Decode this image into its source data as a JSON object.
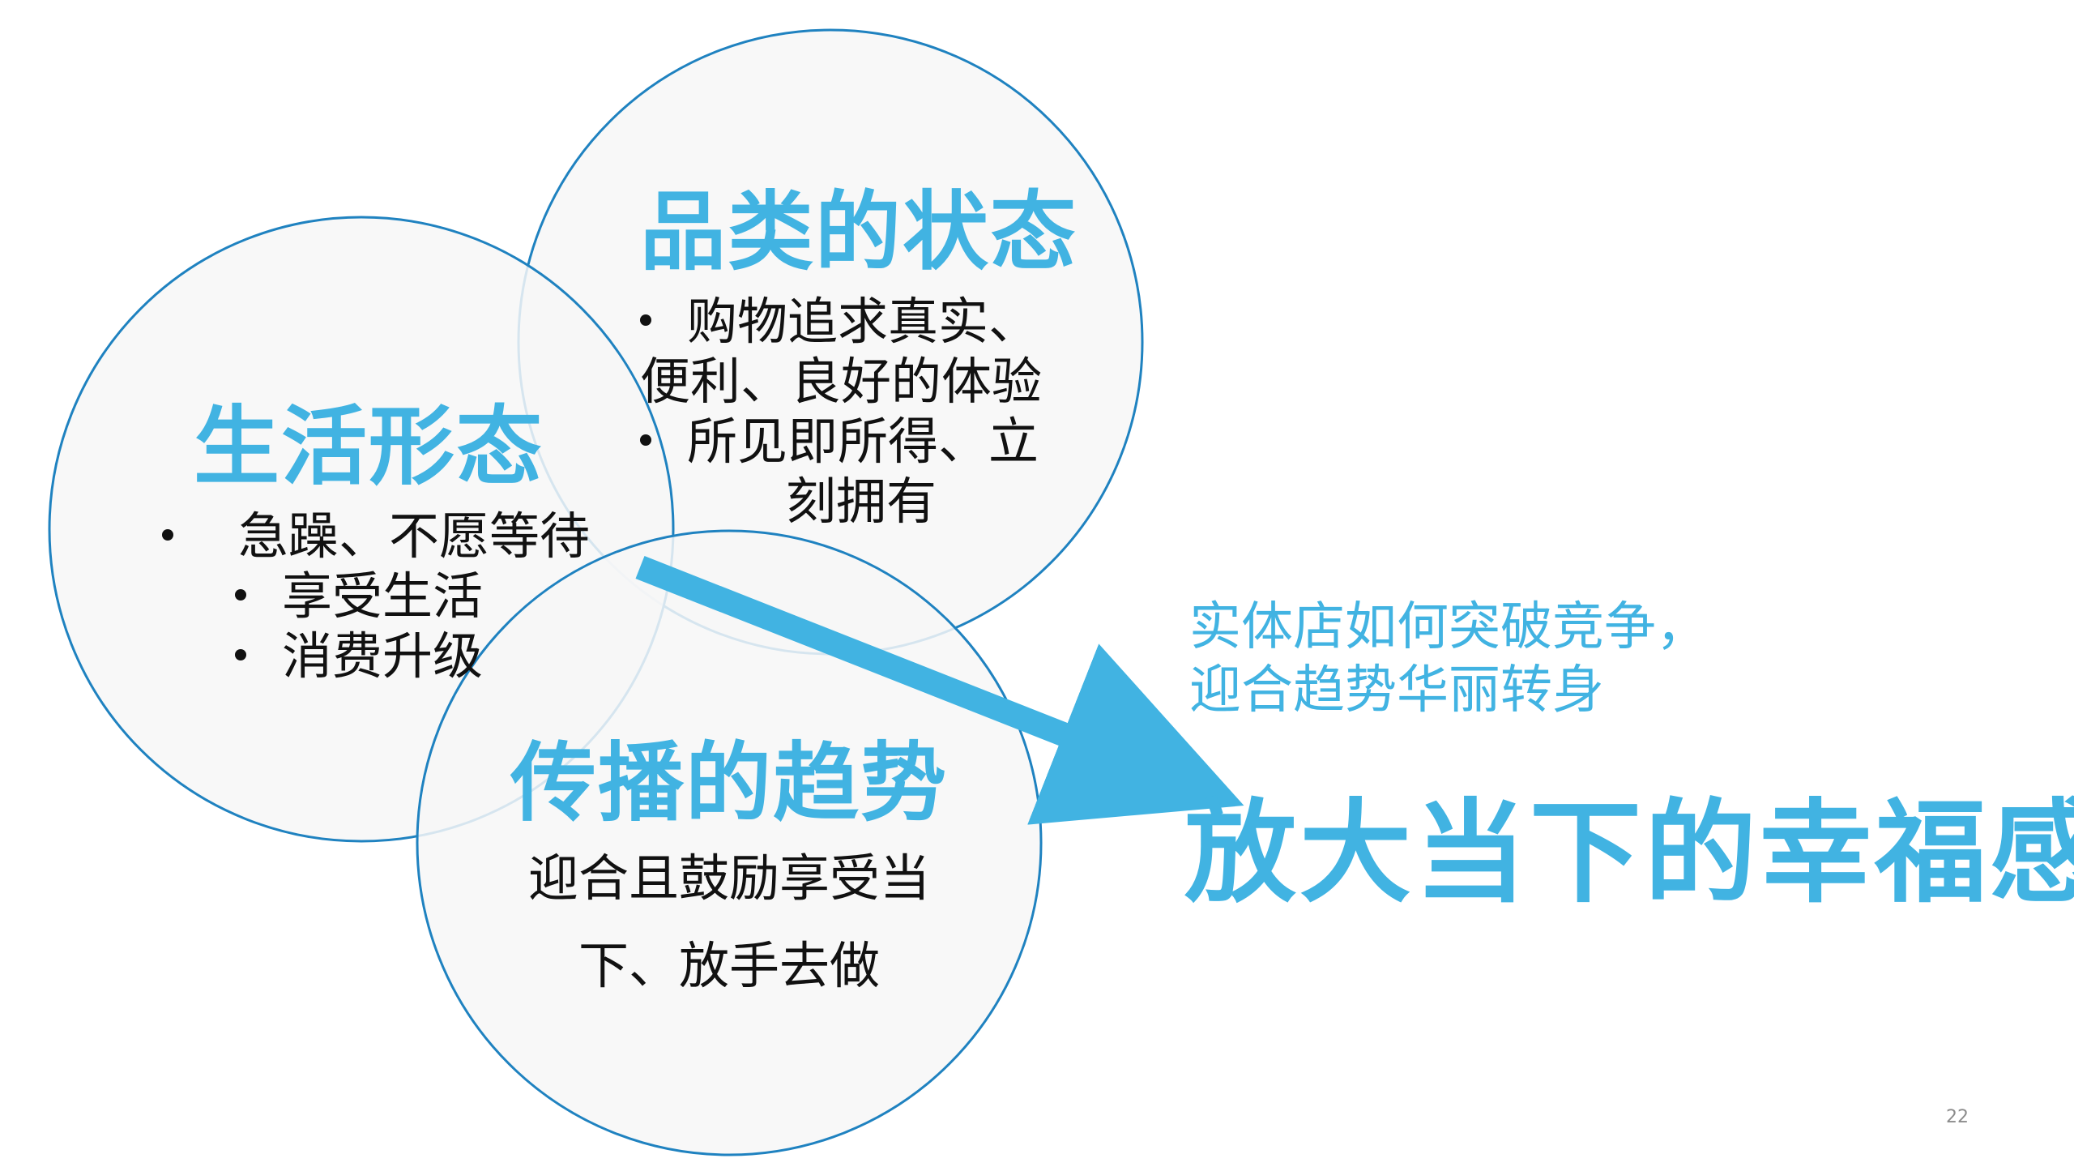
{
  "diagram": {
    "circles": {
      "category": {
        "title": "品类的状态",
        "lines": [
          "购物追求真实、",
          "便利、良好的体验",
          "所见即所得、立",
          "刻拥有"
        ]
      },
      "life": {
        "title": "生活形态",
        "bullets": [
          "急躁、不愿等待",
          "享受生活",
          "消费升级"
        ]
      },
      "spread": {
        "title": "传播的趋势",
        "lines": [
          "迎合且鼓励享受当",
          "下、放手去做"
        ]
      }
    },
    "sub_headline": [
      "实体店如何突破竞争，",
      "迎合趋势华丽转身"
    ],
    "headline": "放大当下的幸福感",
    "page_number": "22"
  },
  "colors": {
    "accent": "#41b3e2",
    "circle_stroke": "#1f82c0",
    "circle_fill": "#f7f7f7",
    "text": "#111111"
  }
}
